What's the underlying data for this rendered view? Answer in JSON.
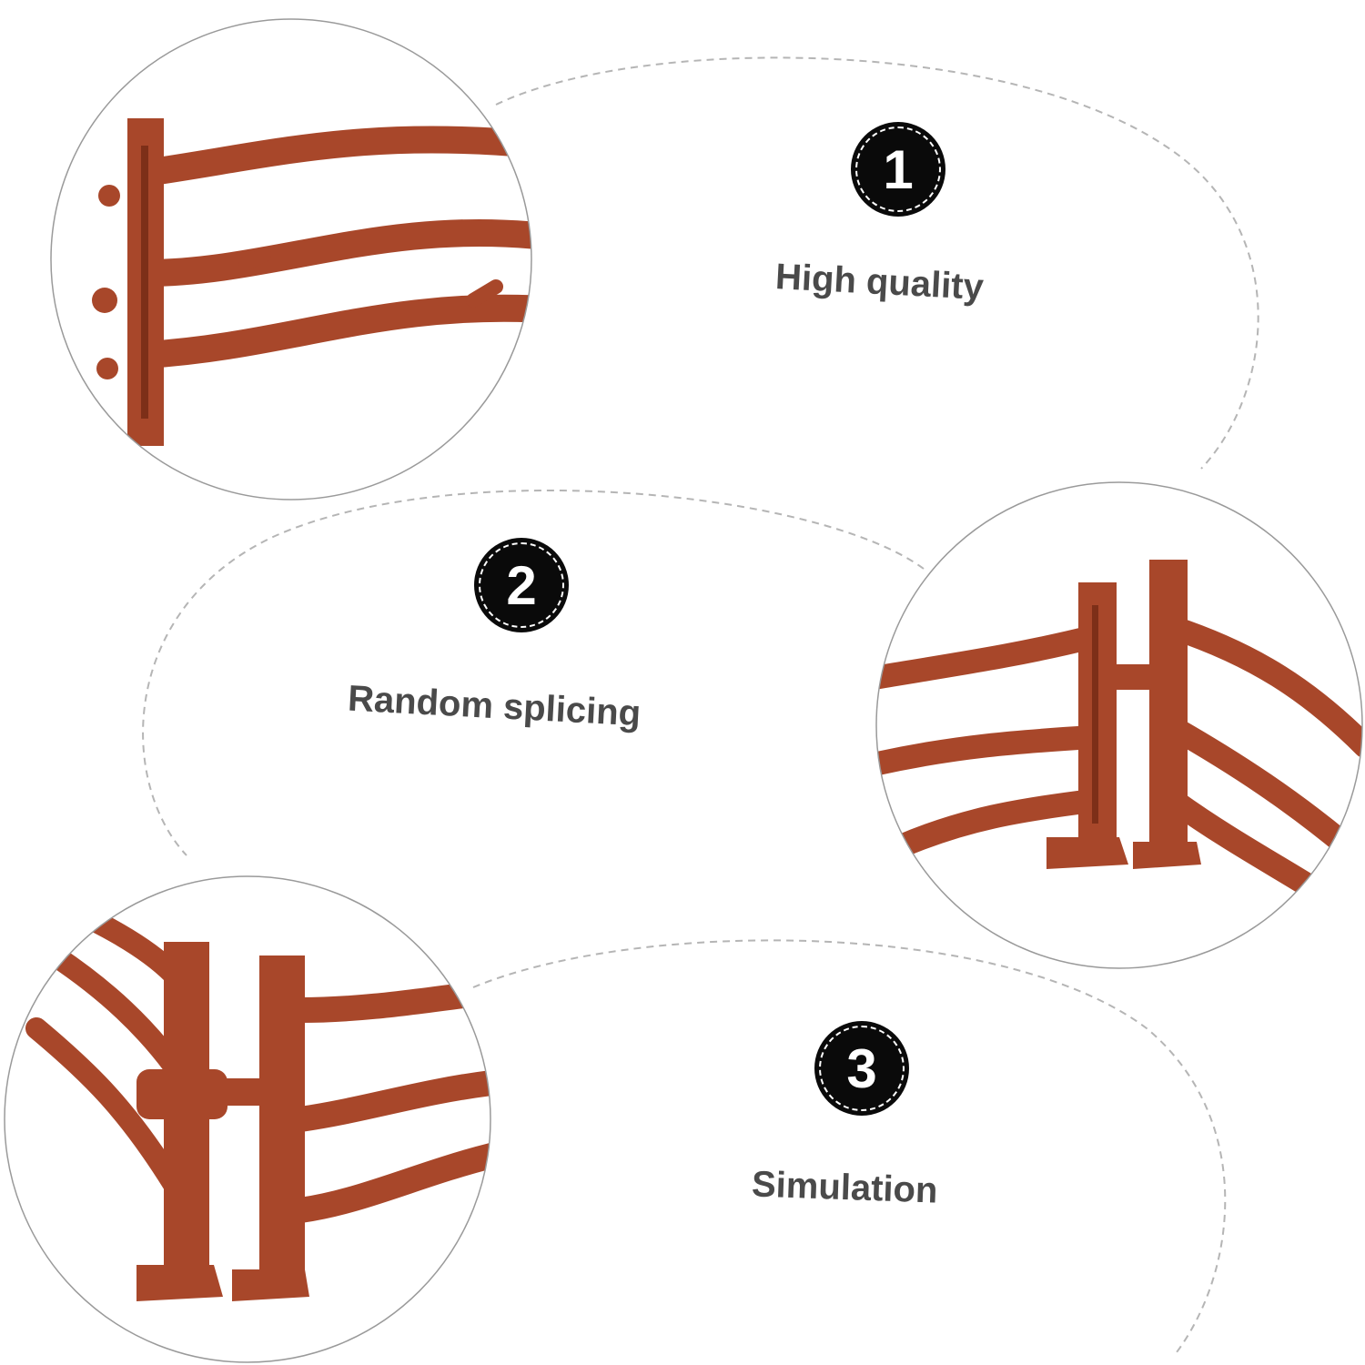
{
  "features": [
    {
      "number": "1",
      "label": "High quality"
    },
    {
      "number": "2",
      "label": "Random splicing"
    },
    {
      "number": "3",
      "label": "Simulation"
    }
  ],
  "colors": {
    "fence": "#a8472a",
    "fence_dark": "#7d2f18",
    "badge": "#0a0a0a",
    "text": "#4a4a4a",
    "dash": "#b5b5b5"
  }
}
